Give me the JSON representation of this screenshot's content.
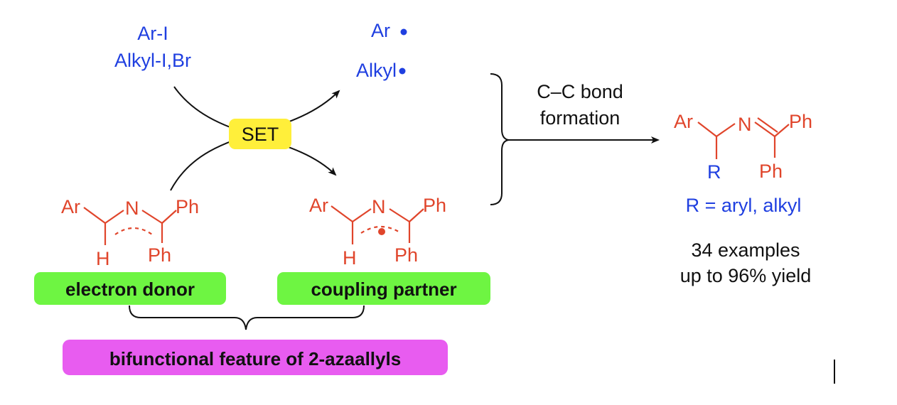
{
  "colors": {
    "reagent_blue": "#1f3fe0",
    "structure_red": "#e0452b",
    "set_yellow": "#ffef3a",
    "label_green": "#6ef542",
    "feature_magenta": "#e85cf0",
    "text_black": "#111111"
  },
  "reagents": {
    "line1": "Ar-I",
    "line2": "Alkyl-I,Br"
  },
  "radicals": {
    "aryl": "Ar",
    "alkyl": "Alkyl"
  },
  "set_label": "SET",
  "bond_formation": {
    "line1": "C–C bond",
    "line2": "formation"
  },
  "donor": {
    "ar": "Ar",
    "n": "N",
    "ph_top": "Ph",
    "h": "H",
    "ph_bottom": "Ph",
    "label": "electron donor"
  },
  "partner": {
    "ar": "Ar",
    "n": "N",
    "ph_top": "Ph",
    "h": "H",
    "ph_bottom": "Ph",
    "label": "coupling partner"
  },
  "product": {
    "ar": "Ar",
    "n": "N",
    "ph_top": "Ph",
    "r": "R",
    "ph_bottom": "Ph",
    "r_definition": "R = aryl, alkyl",
    "examples": "34 examples",
    "yield": "up to 96% yield"
  },
  "feature_label": "bifunctional feature of 2-azaallyls"
}
